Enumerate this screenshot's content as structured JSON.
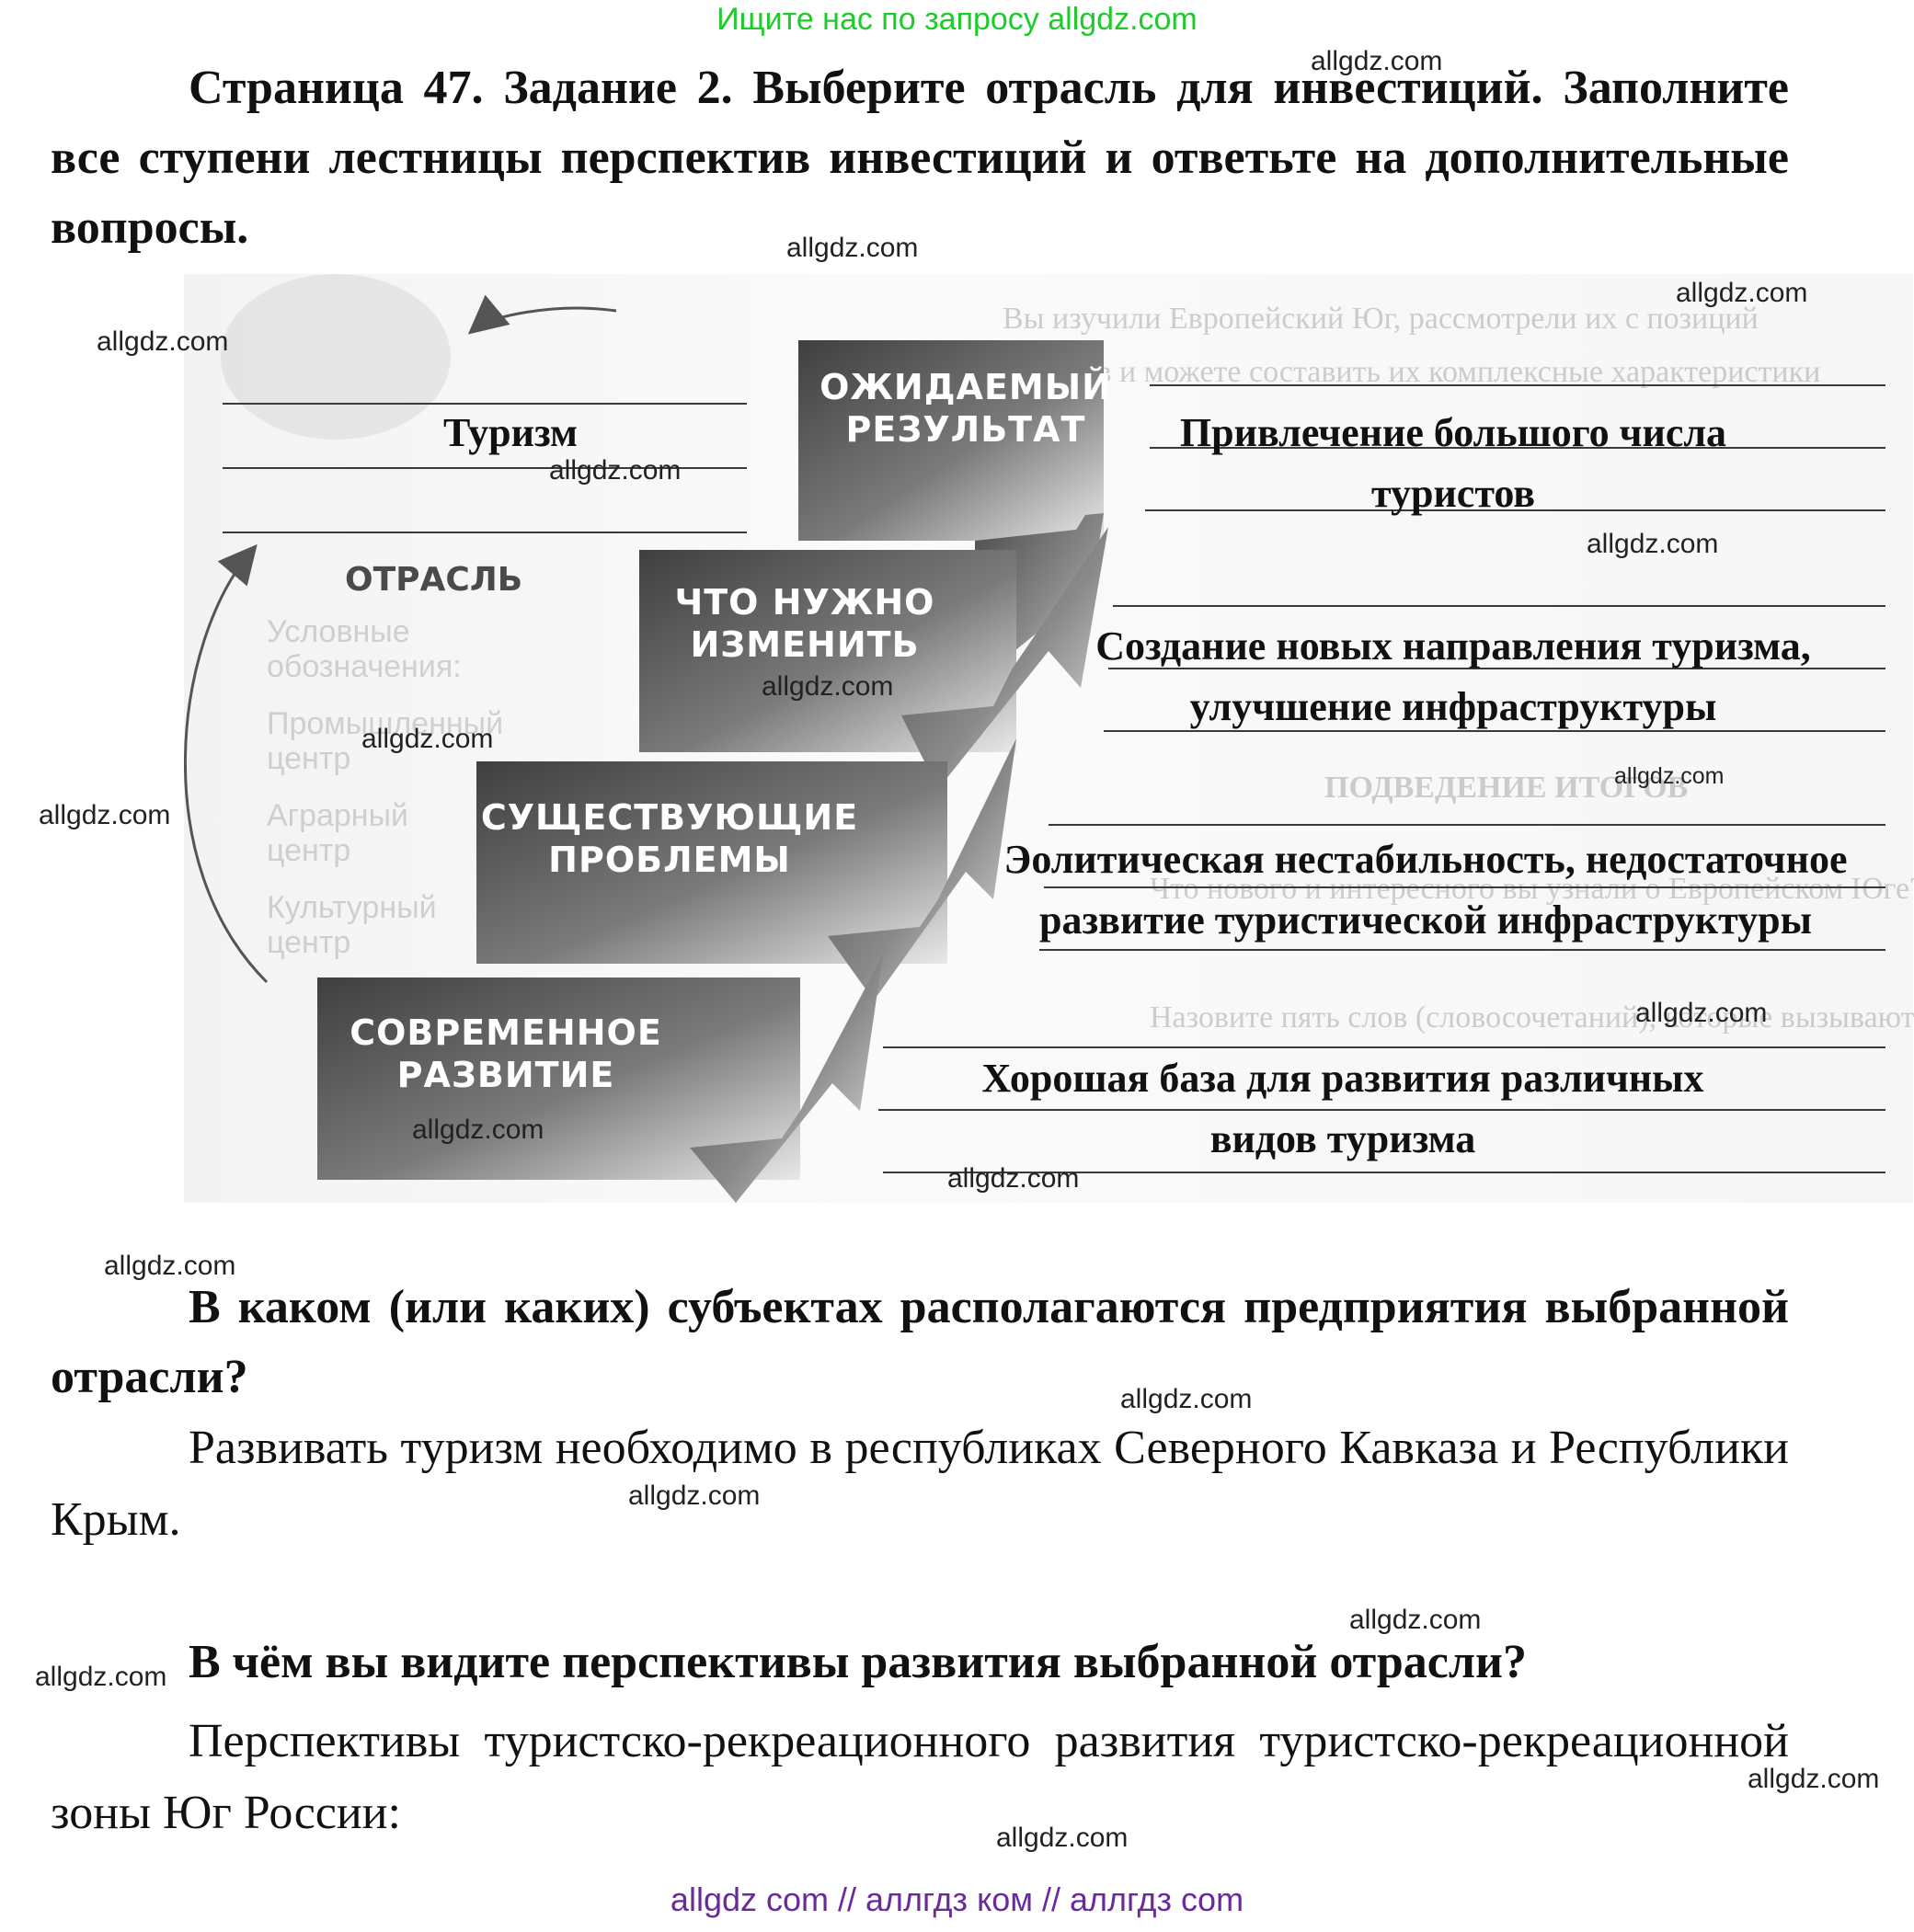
{
  "banner_top": "Ищите нас по запросу allgdz.com",
  "banner_bottom": "allgdz com  //  аллгдз ком  //  аллгдз com",
  "task_heading": "Страница 47. Задание 2. Выберите отрасль для инвестиций. Заполните все ступени лестницы перспектив инвестиций и ответьте на дополнительные вопросы.",
  "figure": {
    "industry_label": "ОТРАСЛЬ",
    "industry_answer": "Туризм",
    "steps": [
      {
        "label_line1": "ОЖИДАЕМЫЙ",
        "label_line2": "РЕЗУЛЬТАТ",
        "answer": "Привлечение большого числа туристов"
      },
      {
        "label_line1": "ЧТО НУЖНО",
        "label_line2": "ИЗМЕНИТЬ",
        "answer": "Создание новых направления туризма, улучшение инфраструктуры"
      },
      {
        "label_line1": "СУЩЕСТВУЮЩИЕ",
        "label_line2": "ПРОБЛЕМЫ",
        "answer": "Эолитическая нестабильность, недостаточное развитие туристической инфраструктуры"
      },
      {
        "label_line1": "СОВРЕМЕННОЕ",
        "label_line2": "РАЗВИТИЕ",
        "answer": "Хорошая база для развития различных видов туризма"
      }
    ]
  },
  "question1": "В каком (или каких) субъектах располагаются предприятия выбранной отрасли?",
  "answer1": "Развивать туризм необходимо в республиках Северного Кавказа и Республики Крым.",
  "question2": "В чём вы видите перспективы развития выбранной отрасли?",
  "answer2": "Перспективы туристско-рекреационного развития туристско-рекреационной зоны Юг России:",
  "watermark": "allgdz.com",
  "colors": {
    "banner_top": "#1fcb2a",
    "banner_bottom": "#6a2a9e"
  }
}
